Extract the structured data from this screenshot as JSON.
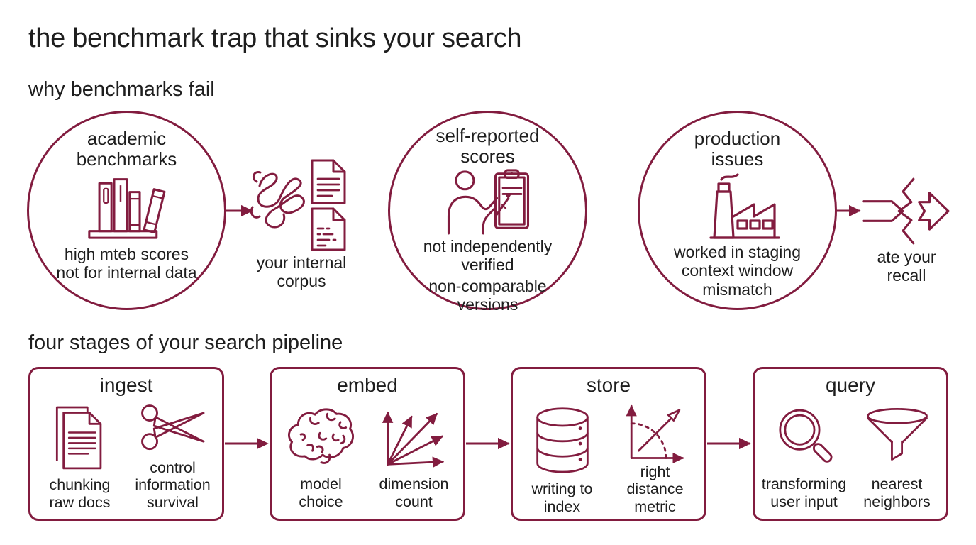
{
  "page": {
    "title": "the benchmark trap that sinks your search"
  },
  "benchmarks": {
    "heading": "why benchmarks fail",
    "circles": [
      {
        "title": "academic\nbenchmarks",
        "icon": "books-icon",
        "captions": [
          "high mteb scores\nnot for internal data"
        ]
      },
      {
        "title": "self-reported\nscores",
        "icon": "person-clipboard-icon",
        "captions": [
          "not independently\nverified",
          "non-comparable\nversions"
        ]
      },
      {
        "title": "production\nissues",
        "icon": "factory-icon",
        "captions": [
          "worked in staging\ncontext window\nmismatch"
        ]
      }
    ],
    "corpus": {
      "icon": "tangled-documents-icon",
      "label": "your internal\ncorpus"
    },
    "recall": {
      "icon": "broken-arrow-icon",
      "label": "ate your\nrecall"
    }
  },
  "pipeline": {
    "heading": "four stages of your search pipeline",
    "stages": [
      {
        "title": "ingest",
        "items": [
          {
            "icon": "documents-icon",
            "label": "chunking\nraw docs"
          },
          {
            "icon": "scissors-icon",
            "label": "control\ninformation\nsurvival"
          }
        ]
      },
      {
        "title": "embed",
        "items": [
          {
            "icon": "brain-icon",
            "label": "model\nchoice"
          },
          {
            "icon": "dimension-arrows-icon",
            "label": "dimension\ncount"
          }
        ]
      },
      {
        "title": "store",
        "items": [
          {
            "icon": "database-icon",
            "label": "writing to\nindex"
          },
          {
            "icon": "distance-metric-icon",
            "label": "right\ndistance\nmetric"
          }
        ]
      },
      {
        "title": "query",
        "items": [
          {
            "icon": "magnifier-icon",
            "label": "transforming\nuser input"
          },
          {
            "icon": "funnel-icon",
            "label": "nearest\nneighbors"
          }
        ]
      }
    ]
  },
  "colors": {
    "accent": "#821c3f",
    "text": "#1e1e1e",
    "background": "#ffffff"
  }
}
